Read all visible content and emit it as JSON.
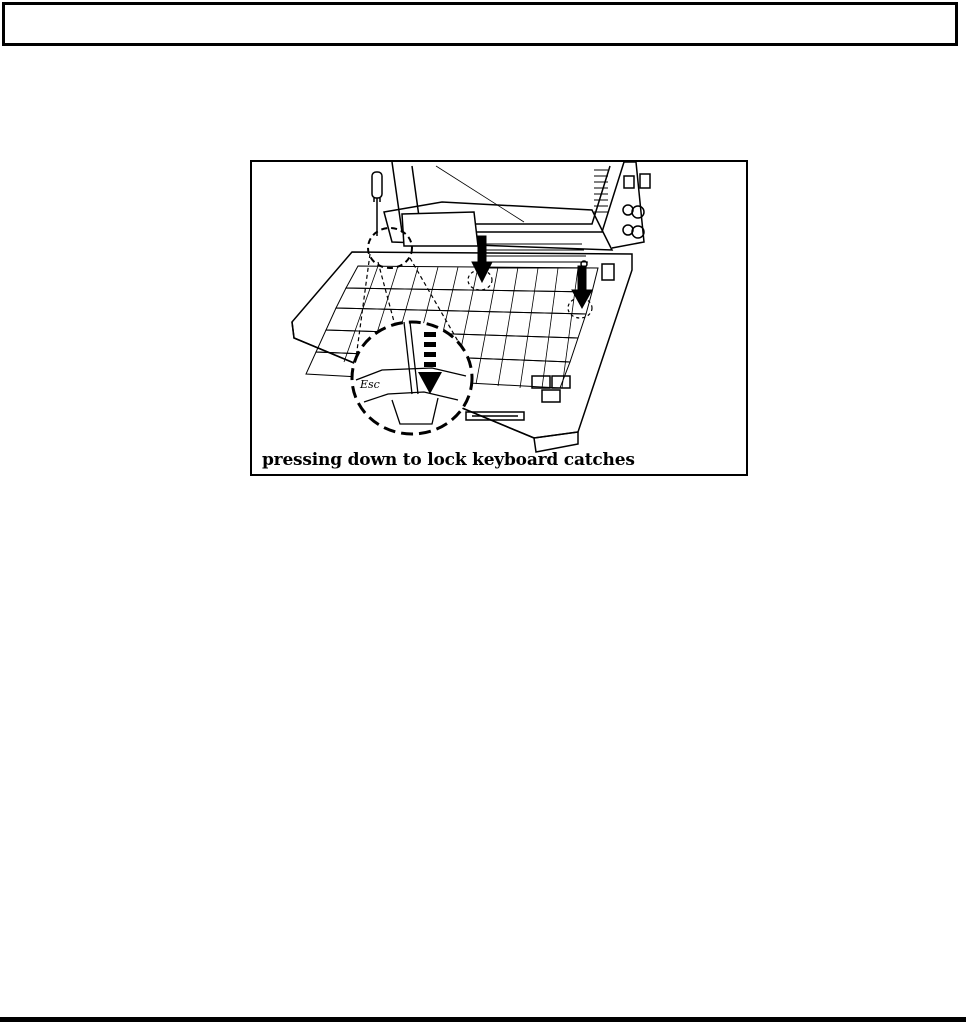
{
  "figure": {
    "caption": "pressing down to lock keyboard catches",
    "key_label": "Esc",
    "icons": [
      "screwdriver-icon",
      "arrow-down-icon",
      "dashed-circle-callout"
    ]
  }
}
